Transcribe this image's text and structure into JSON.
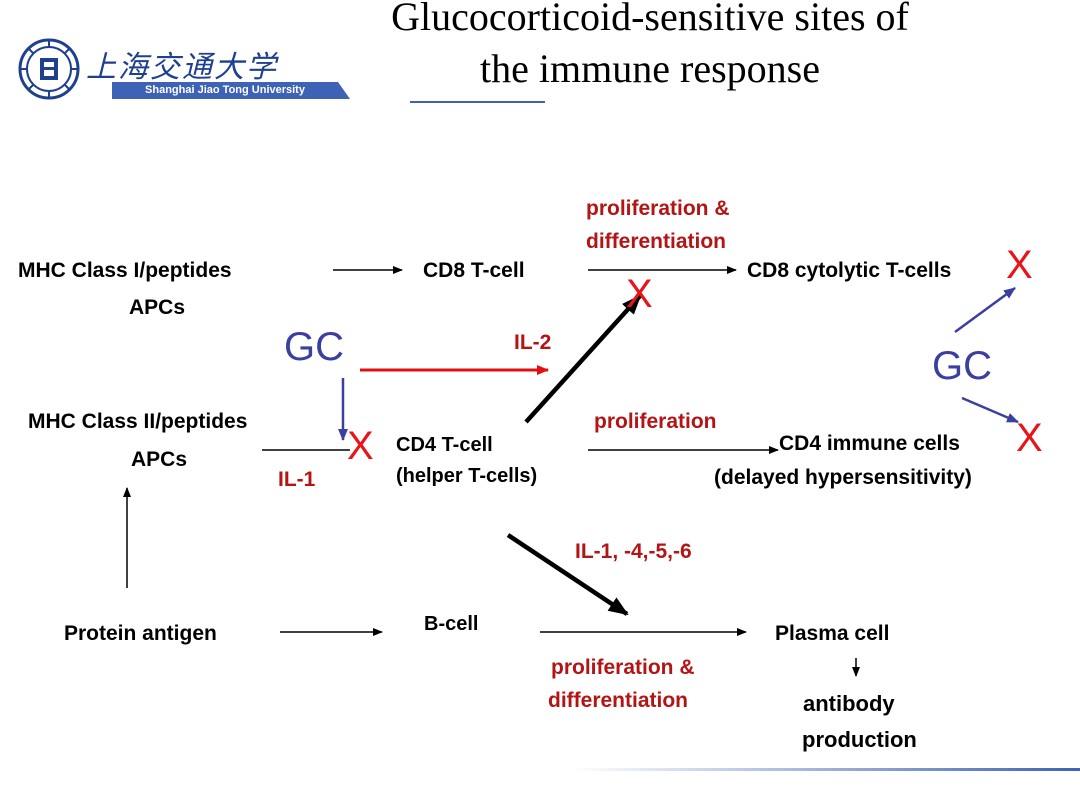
{
  "slide": {
    "title_line1": "Glucocorticoid-sensitive sites of",
    "title_line2": "the immune response"
  },
  "logo": {
    "chinese_name": "上海交通大学",
    "english_name": "Shanghai Jiao Tong University"
  },
  "colors": {
    "label_red": "#b31414",
    "gc_blue": "#3a3fa0",
    "x_red": "#e8141a",
    "arrow_red": "#e01010",
    "arrow_blue": "#3a3fa0",
    "brand_blue": "#3e63b6"
  },
  "nodes": {
    "mhc1_line1": "MHC Class I/peptides",
    "mhc1_line2": "APCs",
    "cd8_tcell": "CD8 T-cell",
    "cd8_cytolytic": "CD8 cytolytic T-cells",
    "mhc2_line1": "MHC Class II/peptides",
    "mhc2_line2": "APCs",
    "cd4_line1": "CD4 T-cell",
    "cd4_line2": "(helper T-cells)",
    "cd4_immune": "CD4 immune cells",
    "delayed": "(delayed hypersensitivity)",
    "protein_antigen": "Protein antigen",
    "bcell": "B-cell",
    "plasma_cell": "Plasma cell",
    "antibody_line1": "antibody",
    "antibody_line2": "production"
  },
  "labels": {
    "prolif_diff_top_1": "proliferation &",
    "prolif_diff_top_2": "differentiation",
    "il2": "IL-2",
    "il1": "IL-1",
    "proliferation": "proliferation",
    "il_multi": "IL-1, -4,-5,-6",
    "prolif_diff_bottom_1": "proliferation &",
    "prolif_diff_bottom_2": "differentiation"
  },
  "markers": {
    "gc": "GC",
    "x": "X"
  }
}
